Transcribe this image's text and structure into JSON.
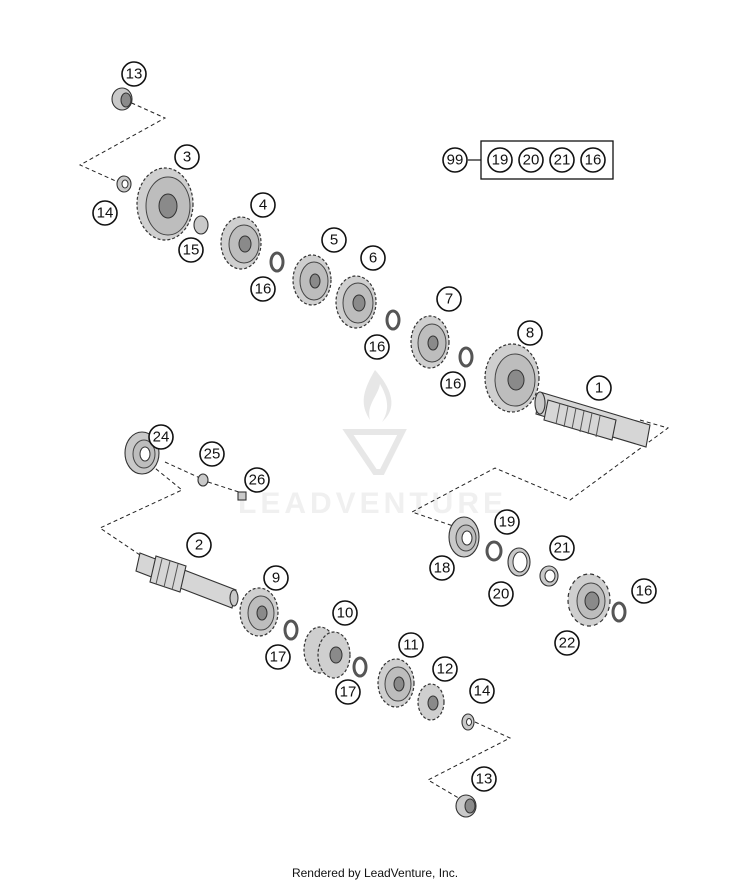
{
  "footer_text": "Rendered by LeadVenture, Inc.",
  "watermark_text": "LEADVENTURE",
  "kit": {
    "label": "99",
    "members": [
      "19",
      "20",
      "21",
      "16"
    ]
  },
  "callouts": {
    "c1": "1",
    "c2": "2",
    "c3": "3",
    "c4": "4",
    "c5": "5",
    "c6": "6",
    "c7": "7",
    "c8": "8",
    "c9": "9",
    "c10": "10",
    "c11": "11",
    "c12": "12",
    "c13a": "13",
    "c13b": "13",
    "c14a": "14",
    "c14b": "14",
    "c15": "15",
    "c16a": "16",
    "c16b": "16",
    "c16c": "16",
    "c16d": "16",
    "c17a": "17",
    "c17b": "17",
    "c18": "18",
    "c19": "19",
    "c20": "20",
    "c21": "21",
    "c22": "22",
    "c24": "24",
    "c25": "25",
    "c26": "26"
  },
  "colors": {
    "line": "#222222",
    "part_fill": "#cfcfcf",
    "watermark": "#c8c8c8"
  }
}
